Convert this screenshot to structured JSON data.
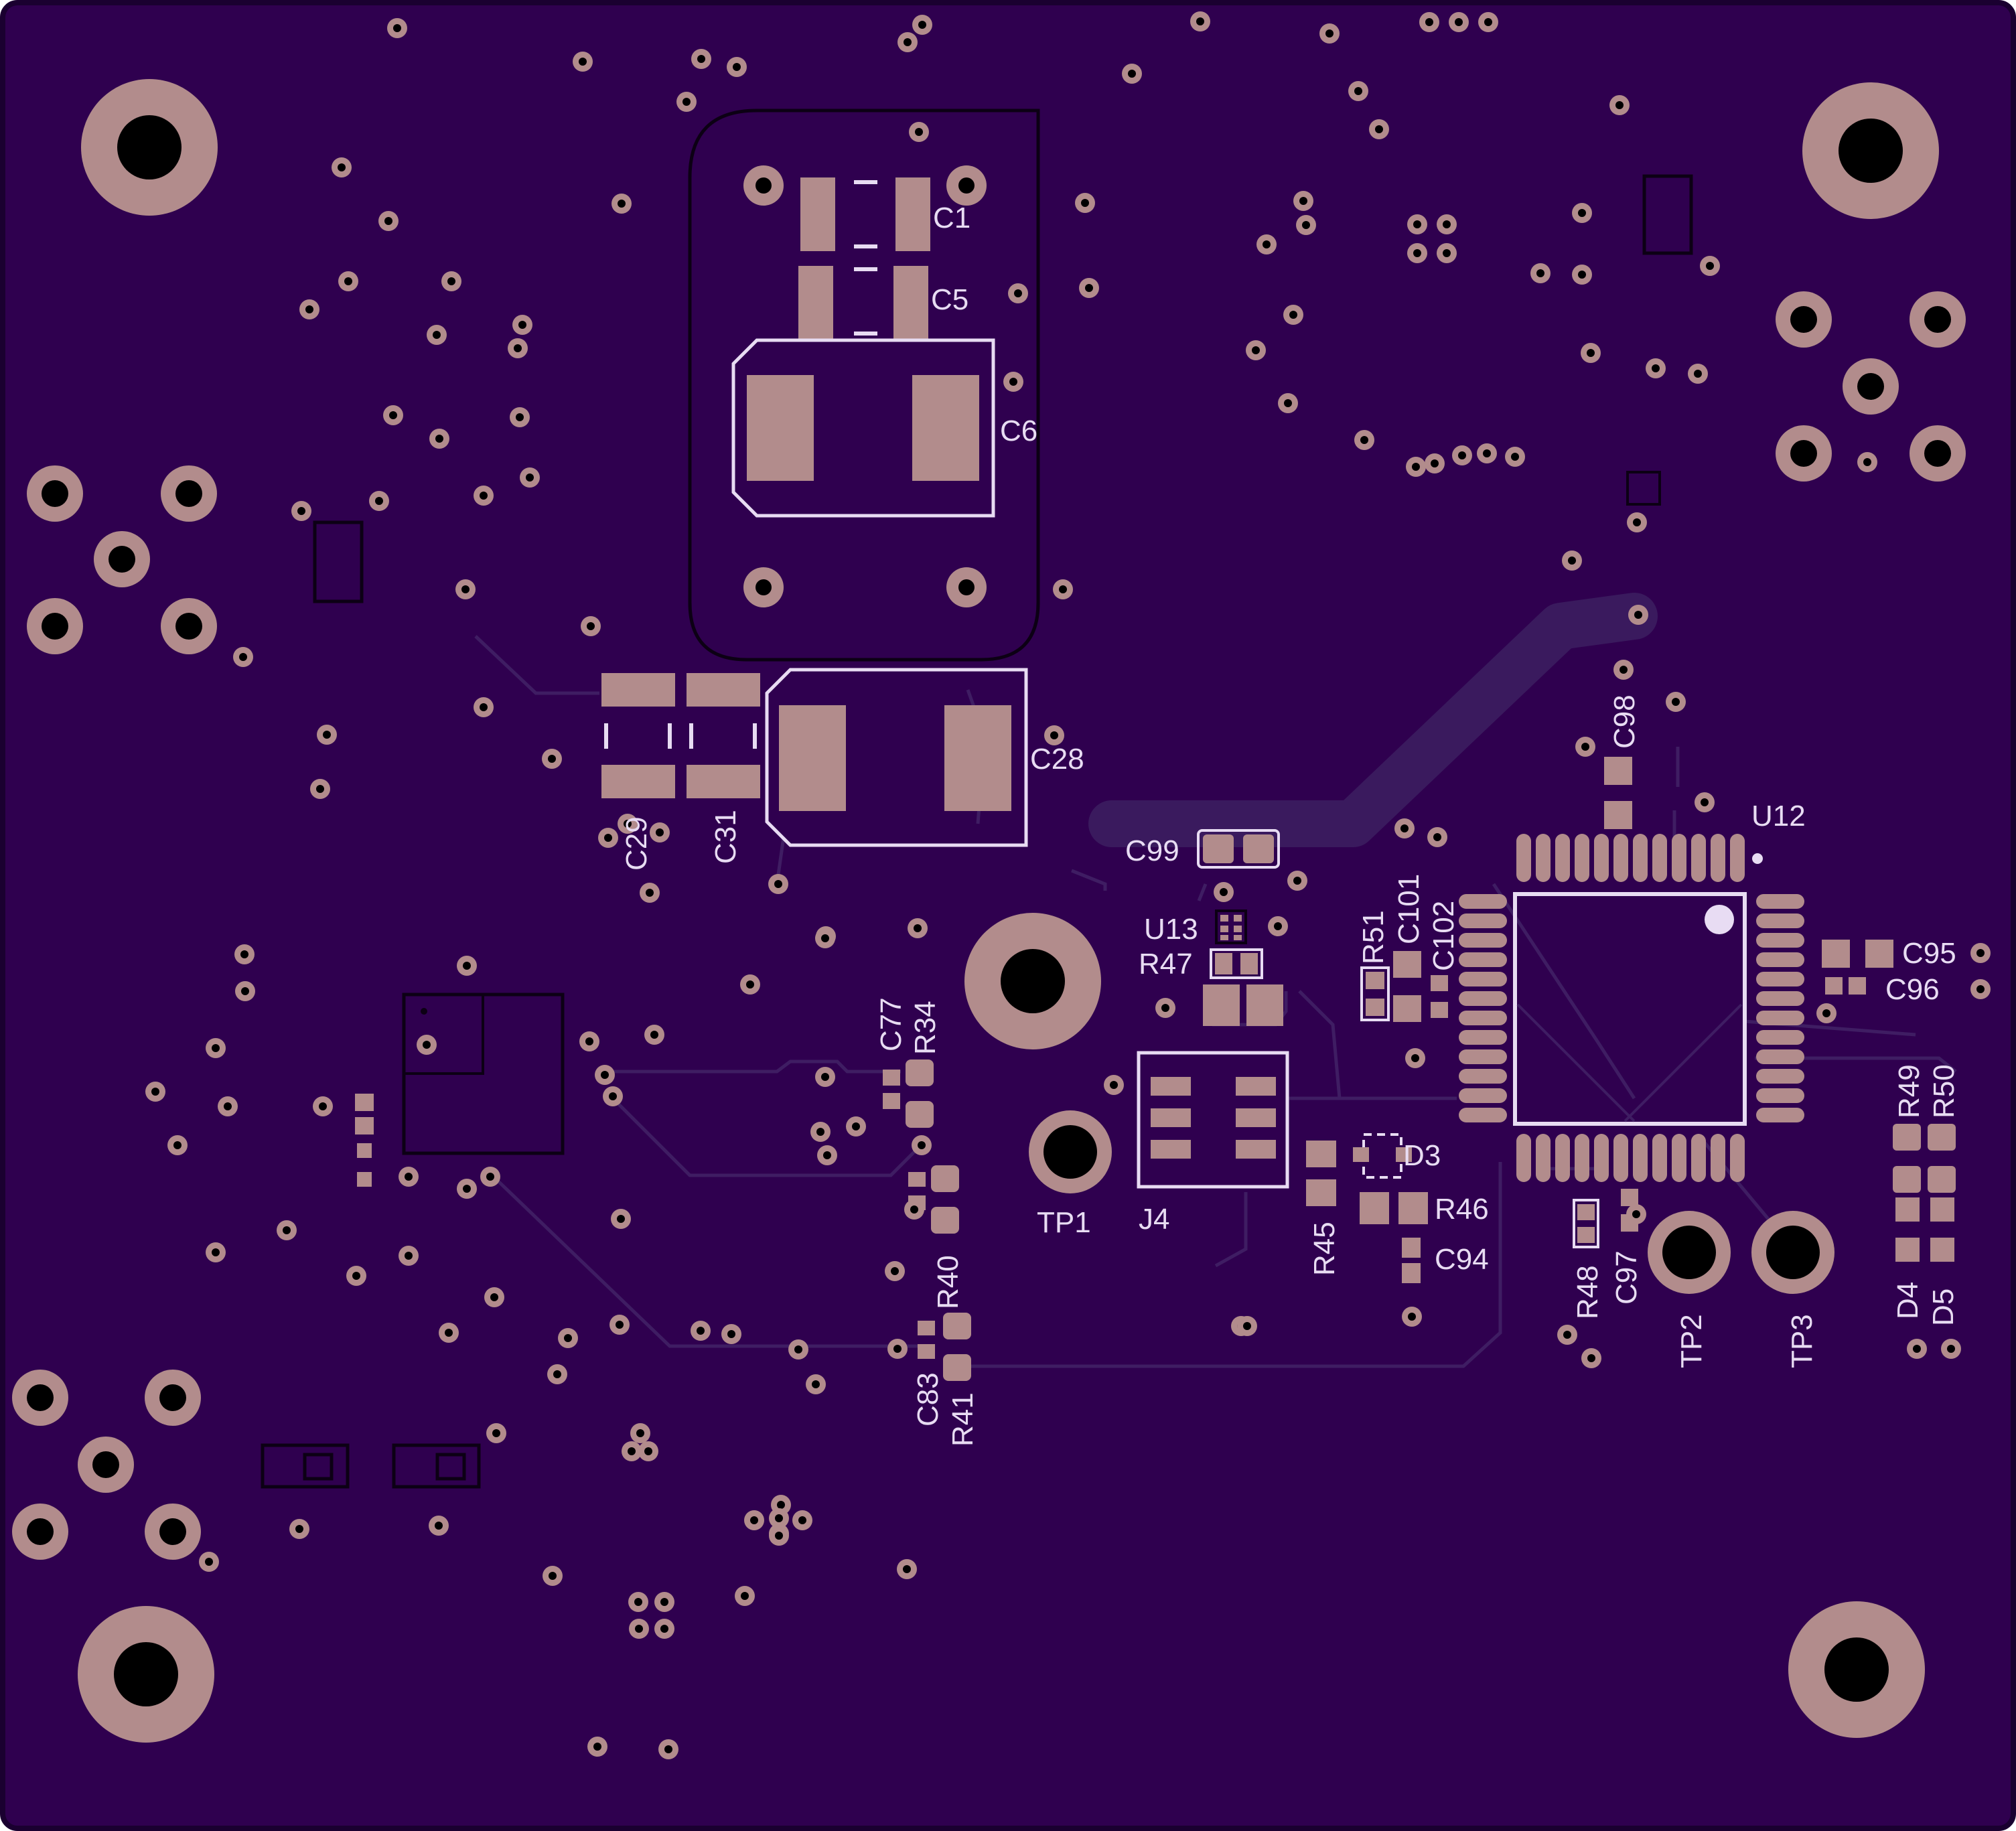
{
  "board": {
    "colors": {
      "board": "#2f004f",
      "edge": "#1a0030",
      "trace": "#3f1d63",
      "pad": "#b28c8c",
      "silk": "#e8dcf3",
      "outline": "#0c0014",
      "hole": "#000000"
    }
  },
  "labels": {
    "C1": "C1",
    "C5": "C5",
    "C6": "C6",
    "C28": "C28",
    "C29": "C29",
    "C31": "C31",
    "C99": "C99",
    "U12": "U12",
    "U13": "U13",
    "R47": "R47",
    "R51": "R51",
    "C101": "C101",
    "C102": "C102",
    "C95": "C95",
    "C96": "C96",
    "C98": "C98",
    "C77": "C77",
    "R34": "R34",
    "R40": "R40",
    "C83": "C83",
    "R41": "R41",
    "TP1": "TP1",
    "J4": "J4",
    "R45": "R45",
    "D3": "D3",
    "R46": "R46",
    "C94": "C94",
    "R48": "R48",
    "C97": "C97",
    "TP2": "TP2",
    "TP3": "TP3",
    "R49": "R49",
    "R50": "R50",
    "D4": "D4",
    "D5": "D5"
  }
}
